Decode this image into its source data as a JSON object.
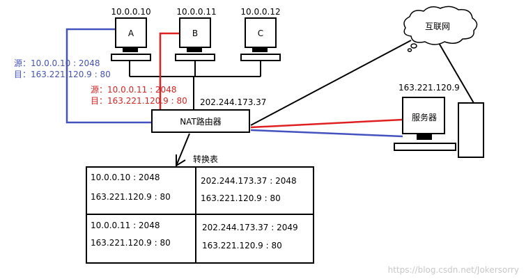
{
  "hosts": [
    {
      "ip": "10.0.0.10",
      "label": "A"
    },
    {
      "ip": "10.0.0.11",
      "label": "B"
    },
    {
      "ip": "10.0.0.12",
      "label": "C"
    }
  ],
  "internet_label": "互联网",
  "server": {
    "ip": "163.221.120.9",
    "label": "服务器"
  },
  "router": {
    "label": "NAT路由器",
    "public_ip": "202.244.173.37"
  },
  "blue_annotation": {
    "src": "源：10.0.0.10 : 2048",
    "dst": "目：163.221.120.9 : 80"
  },
  "red_annotation": {
    "src": "源：10.0.0.11 : 2048",
    "dst": "目：163.221.120.9 : 80"
  },
  "table_title": "转换表",
  "table_rows": [
    {
      "inside": [
        "10.0.0.10 : 2048",
        "163.221.120.9 : 80"
      ],
      "outside": [
        "202.244.173.37 : 2048",
        "163.221.120.9 : 80"
      ]
    },
    {
      "inside": [
        "10.0.0.11 : 2048",
        "163.221.120.9 : 80"
      ],
      "outside": [
        "202.244.173.37 : 2049",
        "163.221.120.9 : 80"
      ]
    }
  ],
  "watermark": "https://blog.csdn.net/Jokersorry",
  "colors": {
    "blue": "#4452c0",
    "red": "#e02020",
    "line": "#000000",
    "watermark": "#c8c8c8"
  }
}
